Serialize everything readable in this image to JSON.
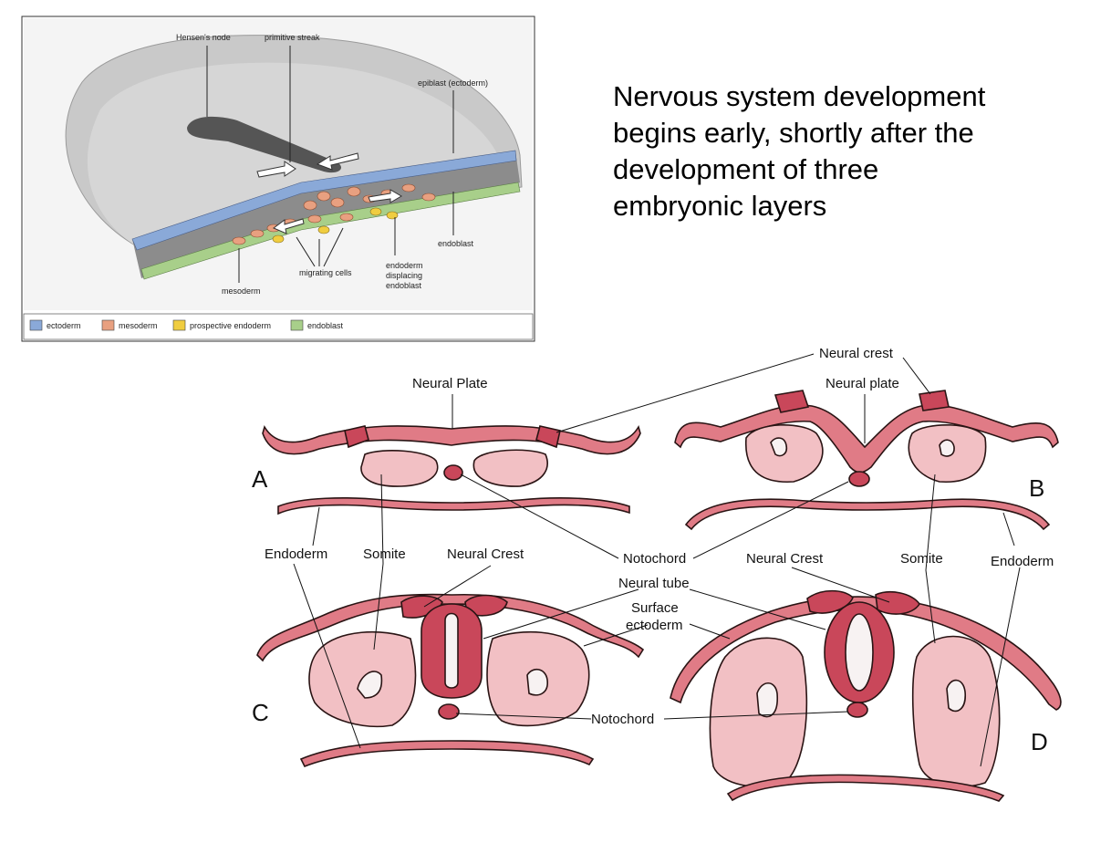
{
  "heading_lines": [
    "Nervous system development",
    "begins early, shortly after the",
    "development of three",
    "embryonic layers"
  ],
  "gastrulation_figure": {
    "labels": {
      "hensens_node": "Hensen's node",
      "primitive_streak": "primitive streak",
      "epiblast": "epiblast (ectoderm)",
      "endoblast": "endoblast",
      "endoderm_line1": "endoderm",
      "endoderm_line2": "displacing",
      "endoderm_line3": "endoblast",
      "migrating_cells": "migrating cells",
      "mesoderm": "mesoderm"
    },
    "legend": [
      {
        "label": "ectoderm",
        "color": "#8aa9d8"
      },
      {
        "label": "mesoderm",
        "color": "#e8a080"
      },
      {
        "label": "prospective endoderm",
        "color": "#f0cd40"
      },
      {
        "label": "endoblast",
        "color": "#a8cf8a"
      }
    ]
  },
  "neural_figure": {
    "panels": {
      "a": "A",
      "b": "B",
      "c": "C",
      "d": "D"
    },
    "labels": {
      "neural_crest_top": "Neural crest",
      "neural_plate_a": "Neural Plate",
      "neural_plate_b": "Neural plate",
      "endoderm_left": "Endoderm",
      "somite_left": "Somite",
      "neural_crest_c": "Neural Crest",
      "notochord_top": "Notochord",
      "neural_crest_d": "Neural Crest",
      "somite_right": "Somite",
      "endoderm_right": "Endoderm",
      "neural_tube": "Neural tube",
      "surface_line1": "Surface",
      "surface_line2": "ectoderm",
      "notochord_bottom": "Notochord"
    },
    "colors": {
      "tissue_dark": "#c9475a",
      "tissue_mid": "#e07b86",
      "somite": "#f2c0c4",
      "cavity": "#f7f2f2",
      "outline": "#2a1414"
    }
  }
}
